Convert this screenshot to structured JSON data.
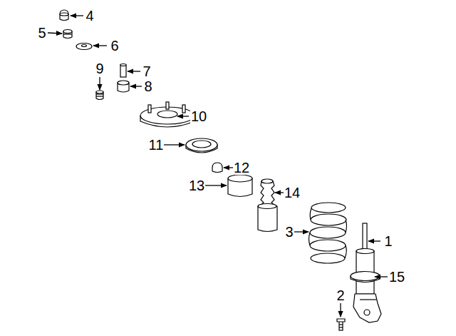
{
  "diagram": {
    "labels": [
      "4",
      "5",
      "6",
      "9",
      "7",
      "8",
      "10",
      "11",
      "12",
      "13",
      "14",
      "3",
      "1",
      "15",
      "2"
    ]
  }
}
